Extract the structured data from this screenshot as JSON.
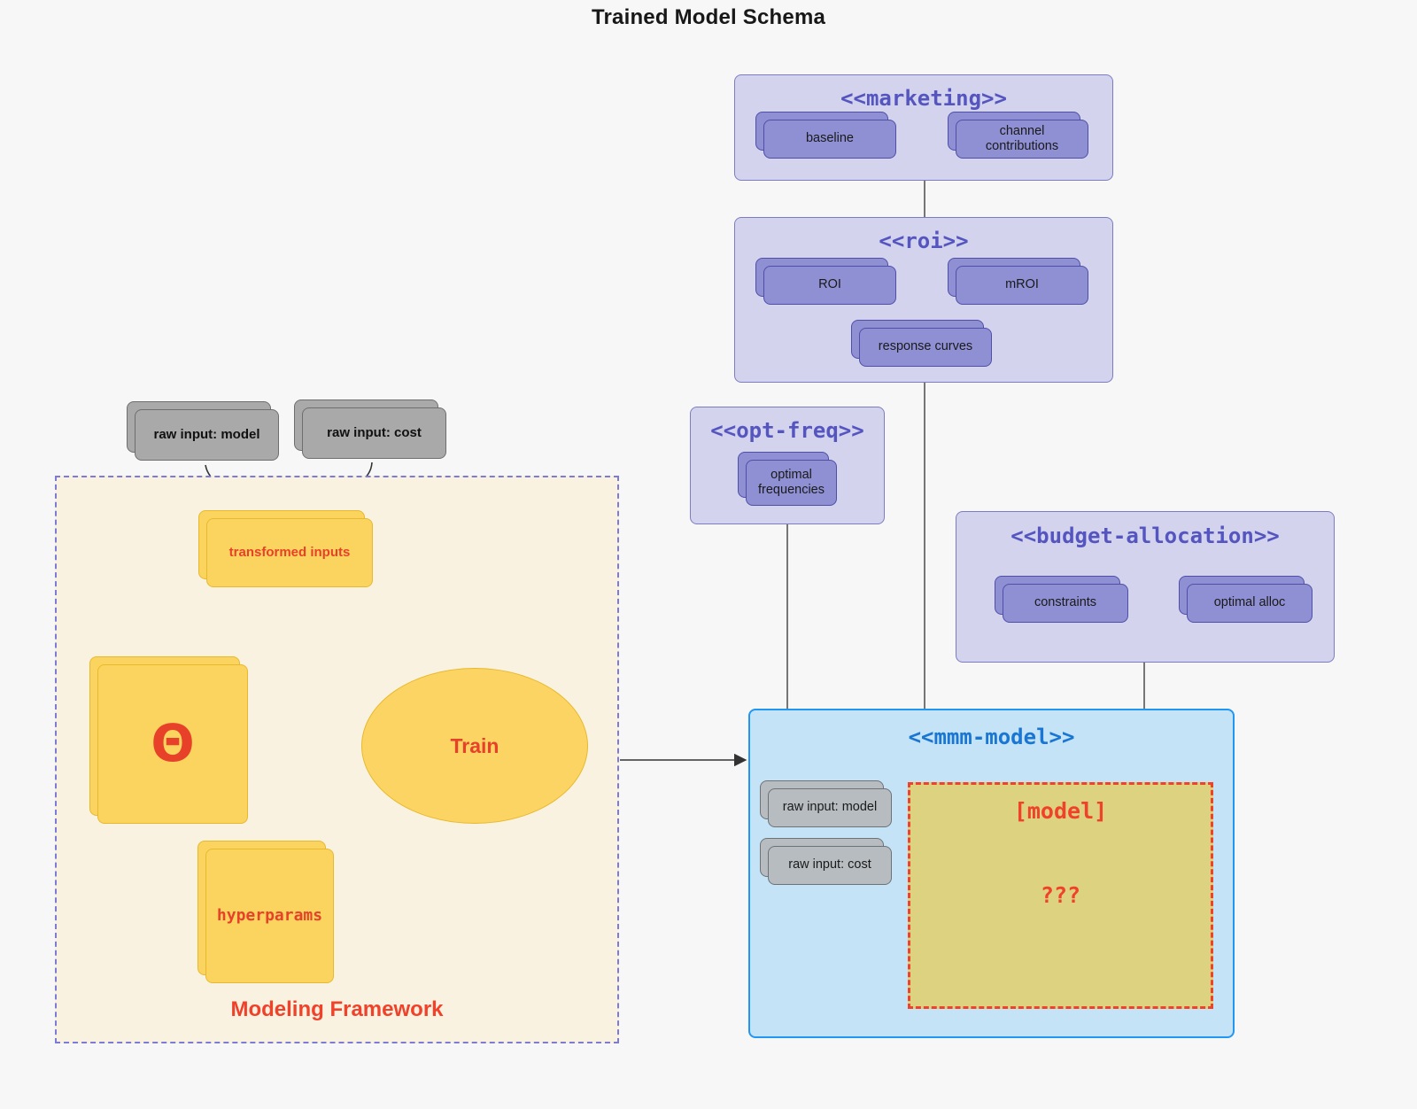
{
  "page": {
    "title": "Trained Model Schema",
    "background": "#f7f7f7"
  },
  "colors": {
    "package_purple_fill": "#d3d3ee",
    "package_purple_border": "#7c7cc4",
    "package_purple_title": "#5555c0",
    "node_purple_fill": "#8f8fd4",
    "node_purple_border": "#4f4fa8",
    "package_blue_fill": "#c5e3f7",
    "package_blue_border": "#2196f3",
    "package_blue_title": "#1976d2",
    "node_gray_fill": "#a9a9a9",
    "node_gray_border": "#6e6e6e",
    "node_yellow_fill": "#fad45e",
    "node_yellow_border": "#e8b92c",
    "accent_red": "#e8412a",
    "framework_fill": "#faf2e0",
    "framework_border": "#7c7cd6",
    "model_box_fill": "#ddd27f",
    "model_box_border": "#f0412a",
    "connector_gray": "#555555"
  },
  "framework": {
    "label": "Modeling Framework",
    "raw_inputs": [
      {
        "label": "raw input: model"
      },
      {
        "label": "raw input: cost"
      }
    ],
    "transformed": {
      "label": "transformed inputs"
    },
    "theta": {
      "label": "Θ"
    },
    "hyperparams": {
      "label": "hyperparams"
    },
    "train": {
      "label": "Train"
    }
  },
  "packages": [
    {
      "id": "marketing",
      "title": "<<marketing>>",
      "nodes": [
        {
          "label": "baseline"
        },
        {
          "label": "channel contributions"
        }
      ],
      "relation": "bidirectional"
    },
    {
      "id": "roi",
      "title": "<<roi>>",
      "nodes": [
        {
          "label": "ROI"
        },
        {
          "label": "mROI"
        },
        {
          "label": "response curves"
        }
      ],
      "relation": "bidirectional"
    },
    {
      "id": "opt-freq",
      "title": "<<opt-freq>>",
      "nodes": [
        {
          "label": "optimal\nfrequencies",
          "line1": "optimal",
          "line2": "frequencies"
        }
      ]
    },
    {
      "id": "budget-allocation",
      "title": "<<budget-allocation>>",
      "nodes": [
        {
          "label": "constraints"
        },
        {
          "label": "optimal alloc"
        }
      ],
      "relation": "bidirectional"
    },
    {
      "id": "mmm-model",
      "title": "<<mmm-model>>",
      "nodes": [
        {
          "label": "raw input: model"
        },
        {
          "label": "raw input: cost"
        }
      ],
      "model_box": {
        "line1": "[model]",
        "line2": "???"
      }
    }
  ]
}
